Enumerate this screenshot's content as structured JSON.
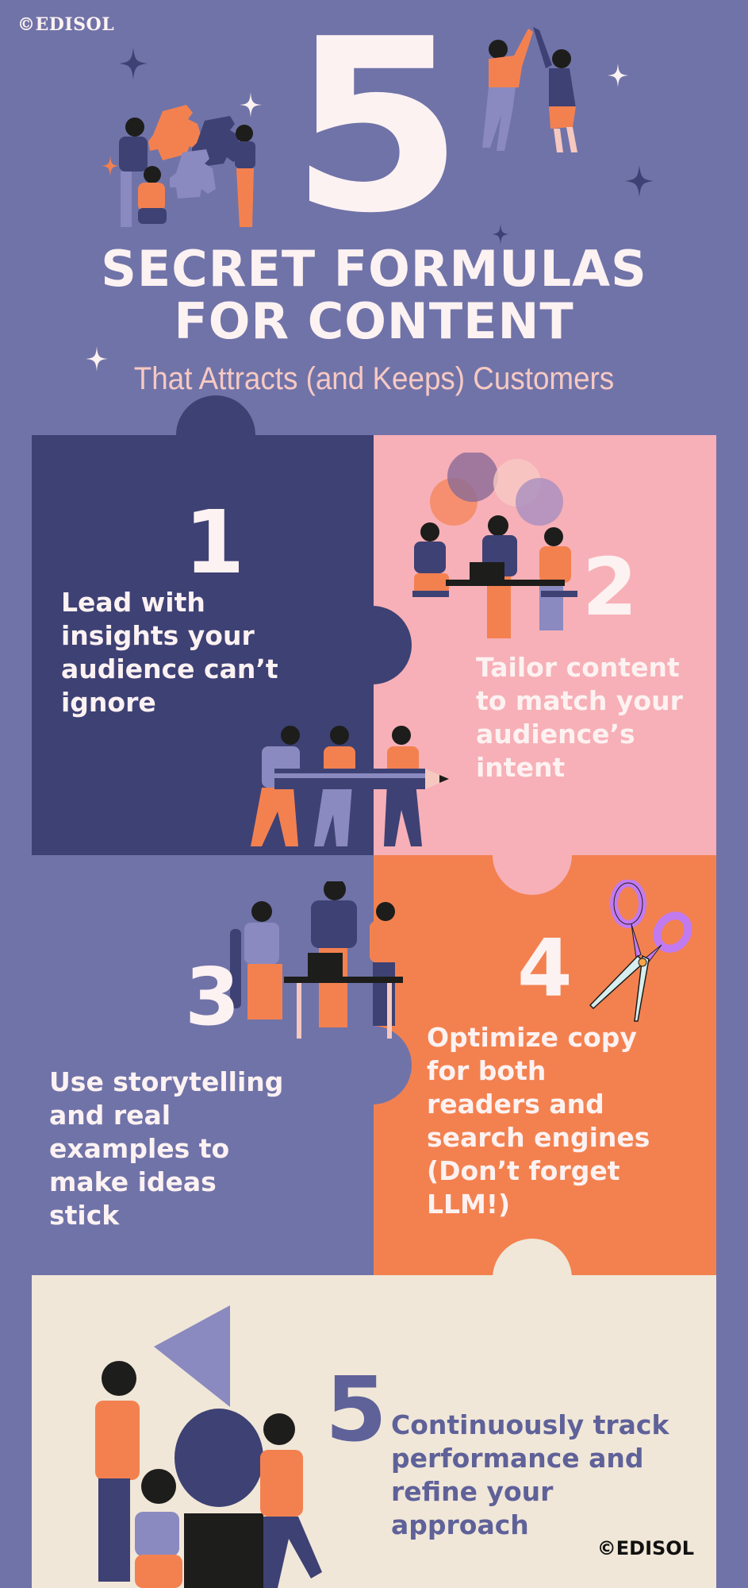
{
  "header": {
    "brand": "©EDISOL",
    "big_number": "5",
    "title_line1": "SECRET FORMULAS",
    "title_line2": "FOR CONTENT",
    "subtitle": "That Attracts (and Keeps) Customers"
  },
  "colors": {
    "background": "#7073a8",
    "navy": "#3e4174",
    "pink": "#f7b0b7",
    "orange": "#f38150",
    "cream": "#f0e7d8",
    "text_light": "#fdf2f2",
    "subtitle": "#f7c9c3",
    "panel5_text": "#5f6199"
  },
  "formulas": [
    {
      "number": "1",
      "text": "Lead with\ninsights your\naudience can’t\nignore",
      "illustration": "team-carrying-pencil-illustration"
    },
    {
      "number": "2",
      "text": "Tailor content\nto match your\naudience’s\nintent",
      "illustration": "team-discussion-speech-bubbles-illustration"
    },
    {
      "number": "3",
      "text": "Use storytelling\nand real\nexamples to\nmake ideas\nstick",
      "illustration": "team-at-desk-laptop-illustration"
    },
    {
      "number": "4",
      "text": "Optimize copy\nfor both\nreaders and\nsearch engines\n(Don’t forget\nLLM!)",
      "illustration": "scissors-icon"
    },
    {
      "number": "5",
      "text": "Continuously track\nperformance and\nrefine your\napproach",
      "illustration": "team-building-shapes-illustration"
    }
  ],
  "footer": {
    "brand": "©EDISOL"
  }
}
